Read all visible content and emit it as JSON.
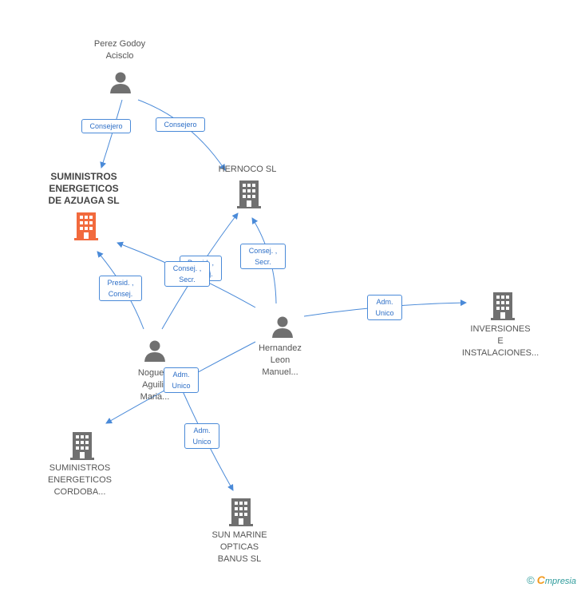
{
  "nodes": {
    "perez_godoy": {
      "line1": "Perez Godoy",
      "line2": "Acisclo"
    },
    "suministros_azuaga": {
      "line1": "SUMINISTROS",
      "line2": "ENERGETICOS",
      "line3": "DE AZUAGA SL"
    },
    "hernoco": {
      "line1": "HERNOCO SL"
    },
    "inversiones": {
      "line1": "INVERSIONES",
      "line2": "E",
      "line3": "INSTALACIONES..."
    },
    "hernandez": {
      "line1": "Hernandez",
      "line2": "Leon",
      "line3": "Manuel..."
    },
    "noguera": {
      "line1": "Noguera",
      "line2": "Aguilill",
      "line3": "Maria..."
    },
    "suministros_cordoba": {
      "line1": "SUMINISTROS",
      "line2": "ENERGETICOS",
      "line3": "CORDOBA..."
    },
    "sun_marine": {
      "line1": "SUN MARINE",
      "line2": "OPTICAS",
      "line3": "BANUS SL"
    }
  },
  "edges": {
    "consejero_1": {
      "line1": "Consejero"
    },
    "consejero_2": {
      "line1": "Consejero"
    },
    "presid_consej_1": {
      "line1": "Presid. ,",
      "line2": "Consej."
    },
    "presid_consej_2": {
      "line1": "Presid. ,",
      "line2": "Consej."
    },
    "consej_secr_1": {
      "line1": "Consej. ,",
      "line2": "Secr."
    },
    "consej_secr_2": {
      "line1": "Consej. ,",
      "line2": "Secr."
    },
    "adm_unico_1": {
      "line1": "Adm.",
      "line2": "Unico"
    },
    "adm_unico_2": {
      "line1": "Adm.",
      "line2": "Unico"
    },
    "adm_unico_3": {
      "line1": "Adm.",
      "line2": "Unico"
    }
  },
  "footer": {
    "copyright_symbol": "©",
    "brand_initial": "C",
    "brand_rest": "mpresia"
  },
  "colors": {
    "edge": "#4a8ad8",
    "person_icon": "#707070",
    "company_icon": "#707070",
    "focus_company_icon": "#f26a3d"
  }
}
